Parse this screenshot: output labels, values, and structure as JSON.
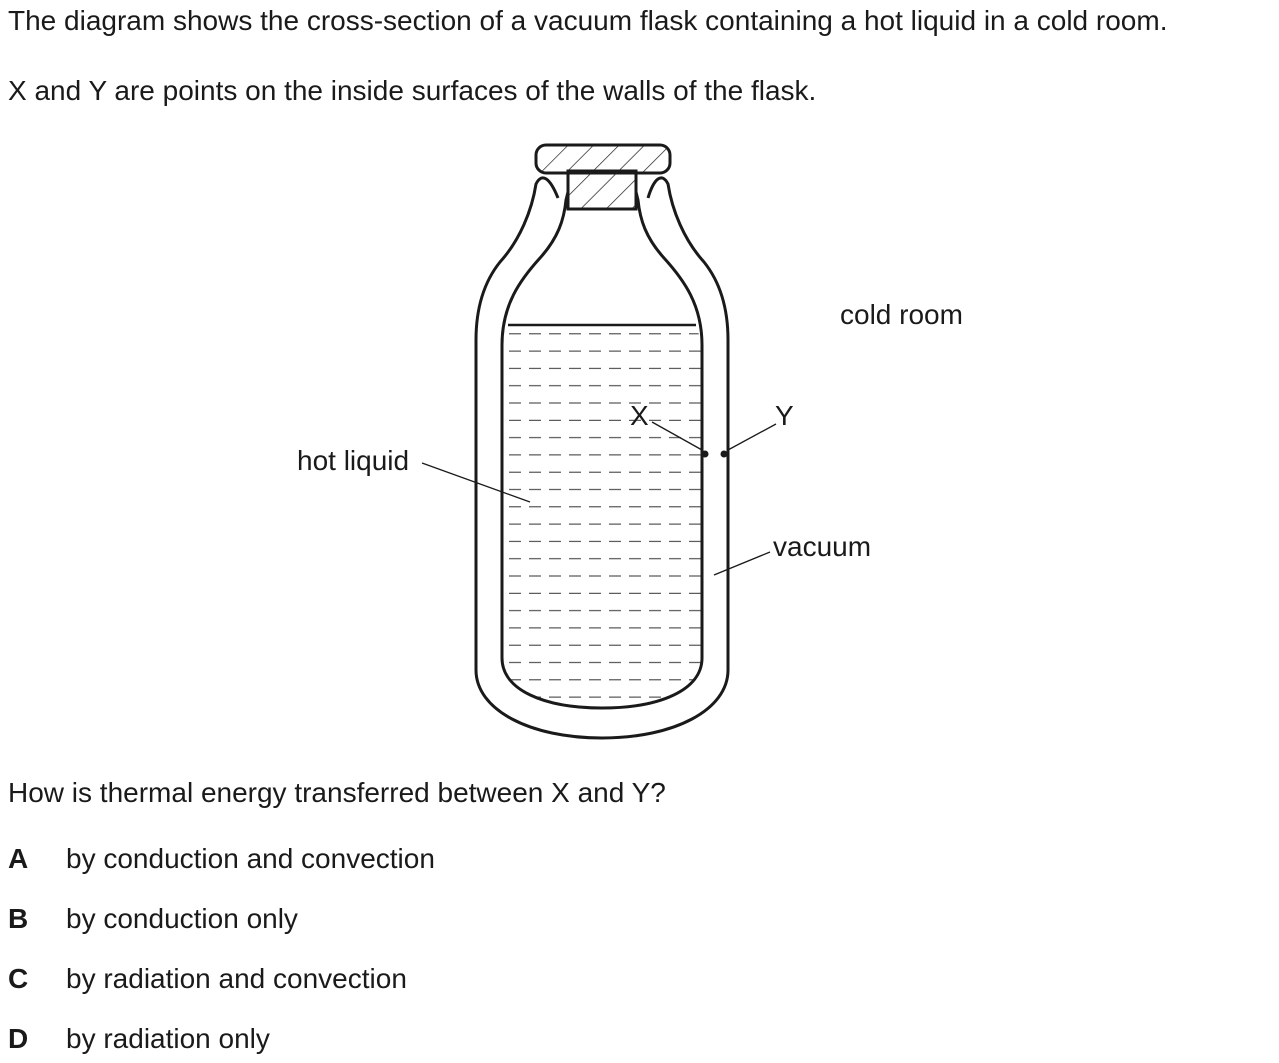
{
  "question": {
    "intro_line1": "The diagram shows the cross-section of a vacuum flask containing a hot liquid in a cold room.",
    "intro_line2": "X and Y are points on the inside surfaces of the walls of the flask.",
    "prompt": "How is thermal energy transferred between X and Y?"
  },
  "diagram": {
    "labels": {
      "cold_room": "cold room",
      "hot_liquid": "hot liquid",
      "vacuum": "vacuum",
      "point_x": "X",
      "point_y": "Y"
    }
  },
  "options": [
    {
      "letter": "A",
      "text": "by conduction and convection"
    },
    {
      "letter": "B",
      "text": "by conduction only"
    },
    {
      "letter": "C",
      "text": "by radiation and convection"
    },
    {
      "letter": "D",
      "text": "by radiation only"
    }
  ]
}
